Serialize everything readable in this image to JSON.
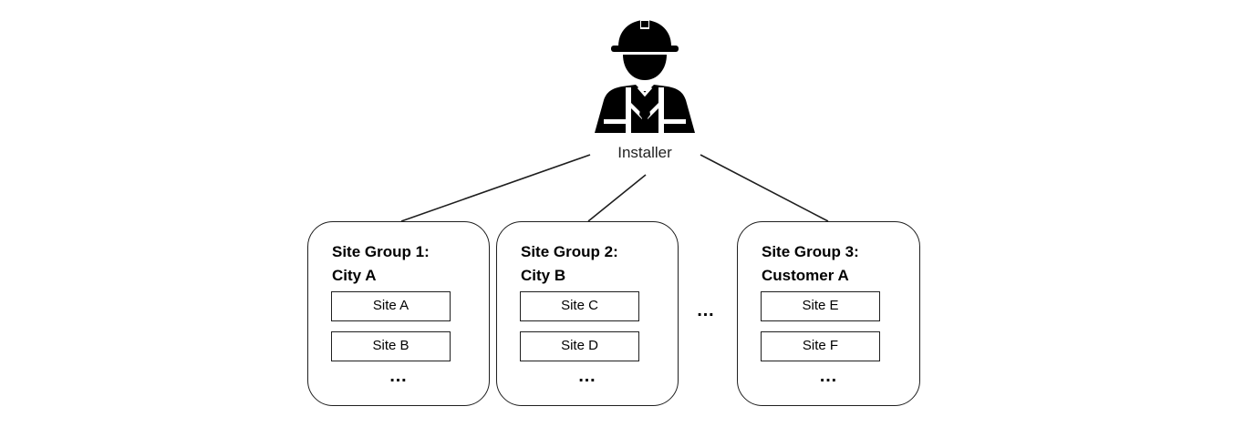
{
  "installer": {
    "label": "Installer",
    "icon": "construction-worker-icon"
  },
  "groups": [
    {
      "title": "Site Group 1:\nCity A",
      "sites": [
        "Site A",
        "Site B"
      ],
      "ellipsis": "…"
    },
    {
      "title": "Site Group 2:\nCity B",
      "sites": [
        "Site C",
        "Site D"
      ],
      "ellipsis": "…"
    },
    {
      "title": "Site Group 3:\nCustomer A",
      "sites": [
        "Site E",
        "Site F"
      ],
      "ellipsis": "…"
    }
  ],
  "between_groups_ellipsis": "…",
  "colors": {
    "stroke": "#1f1f1f",
    "background": "#ffffff"
  }
}
